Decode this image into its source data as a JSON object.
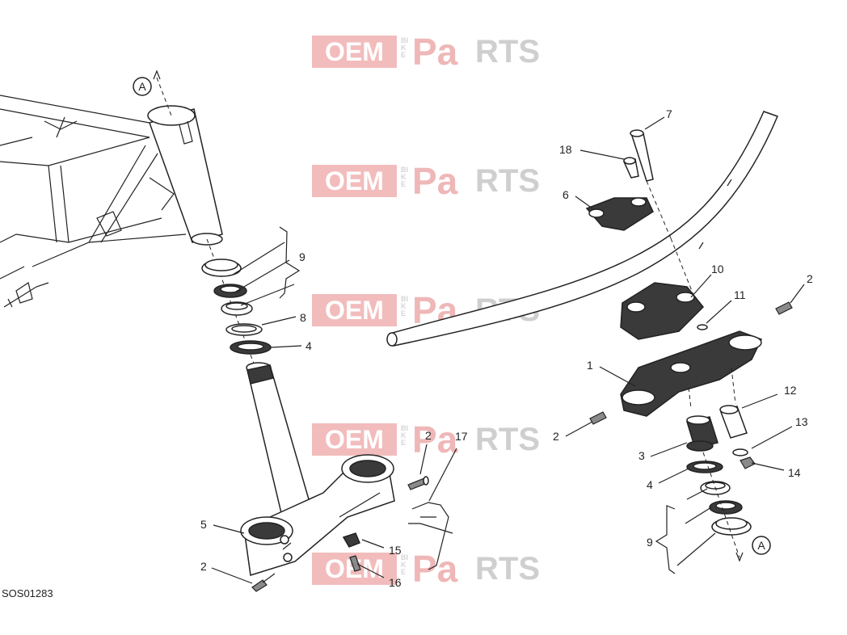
{
  "watermark": {
    "oem": "OEM",
    "bike": "BIKE",
    "pa": "Pa",
    "rts": "RTS"
  },
  "drawing_code": "SOS01283",
  "reference_marks": [
    "A",
    "A"
  ],
  "callouts": [
    "9",
    "8",
    "4",
    "5",
    "2",
    "2",
    "17",
    "15",
    "16",
    "7",
    "18",
    "6",
    "10",
    "11",
    "2",
    "1",
    "12",
    "13",
    "14",
    "2",
    "3",
    "4",
    "9"
  ],
  "colors": {
    "line": "#222222",
    "part_dark": "#3a3a3a",
    "watermark_red": "#f2bcbc",
    "watermark_gray": "#cfcfcf"
  }
}
